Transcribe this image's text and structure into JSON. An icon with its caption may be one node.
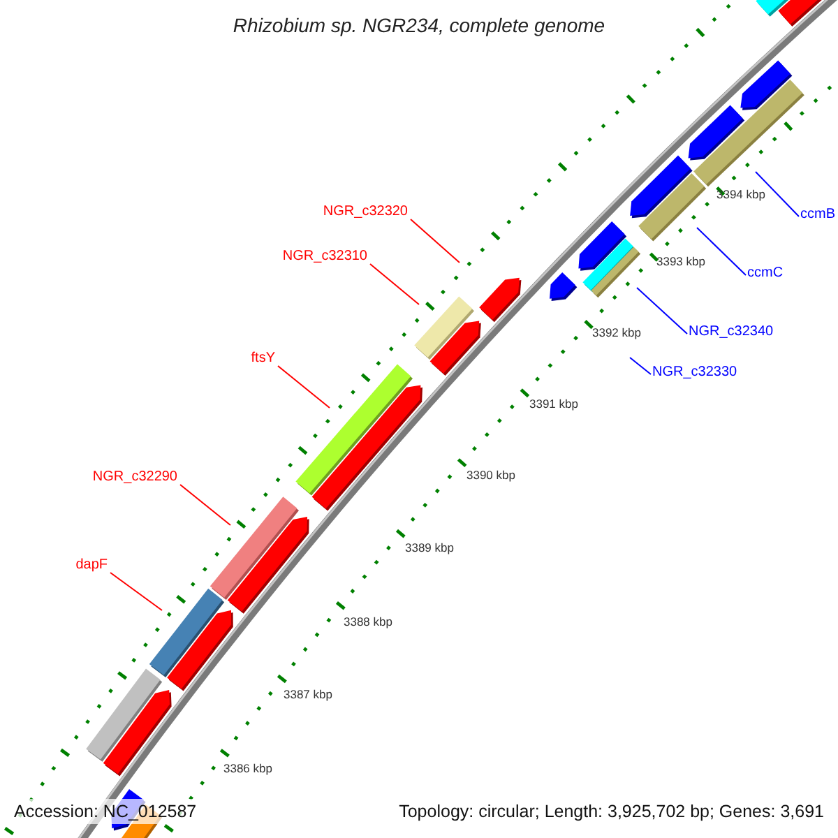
{
  "diagram": {
    "title": "Rhizobium sp. NGR234, complete genome",
    "nodes": [
      {
        "text": [
          "NGR_c32320"
        ]
      },
      {
        "text": [
          "ccmB"
        ]
      },
      {
        "text": [
          "NGR_c32310"
        ]
      },
      {
        "text": [
          "ccmC"
        ]
      },
      {
        "text": [
          "NGR_c32340"
        ]
      },
      {
        "text": [
          "ftsY"
        ]
      },
      {
        "text": [
          "NGR_c32330"
        ]
      },
      {
        "text": [
          "NGR_c32290"
        ]
      },
      {
        "text": [
          "dapF"
        ]
      }
    ],
    "edges": [
      {
        "from": 0,
        "to": null,
        "arrow": "none"
      },
      {
        "from": 1,
        "to": null,
        "arrow": "none",
        "color": "#0000ff"
      },
      {
        "from": 2,
        "to": null,
        "arrow": "none"
      },
      {
        "from": 3,
        "to": null,
        "arrow": "none",
        "color": "#0000ff"
      },
      {
        "from": 4,
        "to": null,
        "arrow": "none",
        "color": "#0000ff"
      },
      {
        "from": 5,
        "to": null,
        "arrow": "none"
      },
      {
        "from": 6,
        "to": null,
        "arrow": "none",
        "color": "#0000ff"
      },
      {
        "from": 7,
        "to": null,
        "arrow": "none"
      },
      {
        "from": 8,
        "to": null,
        "arrow": "none"
      }
    ],
    "labels": [
      "3394 kbp",
      "3393 kbp",
      "3392 kbp",
      "3391 kbp",
      "3390 kbp",
      "3389 kbp",
      "3388 kbp",
      "3387 kbp",
      "3386 kbp",
      "Accession: NC_012587",
      "Topology: circular; Length: 3,925,702 bp; Genes: 3,691"
    ]
  }
}
